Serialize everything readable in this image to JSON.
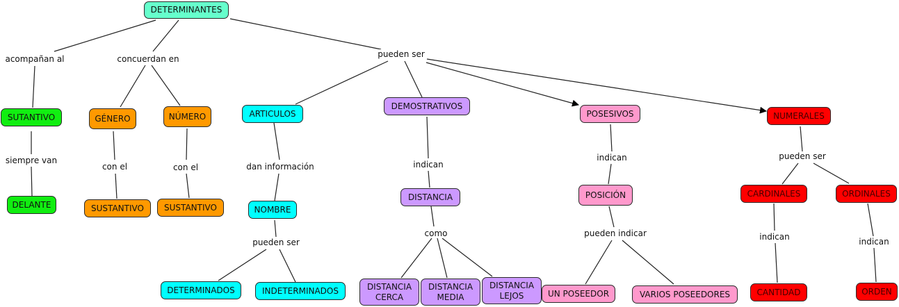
{
  "title": "DETERMINANTES",
  "colors": {
    "root": "#66ffcc",
    "sustantivo_branch": "#11ee11",
    "concordancia_branch": "#ff9900",
    "articulos_branch": "#00ffff",
    "demostrativos_branch": "#cc99ff",
    "posesivos_branch": "#ff99cc",
    "numerales_branch": "#ff0000"
  },
  "nodes": {
    "determinantes": "DETERMINANTES",
    "sutantivo": "SUTANTIVO",
    "delante": "DELANTE",
    "genero": "GÉNERO",
    "numero": "NÚMERO",
    "sustantivo1": "SUSTANTIVO",
    "sustantivo2": "SUSTANTIVO",
    "articulos": "ARTICULOS",
    "nombre": "NOMBRE",
    "determinados": "DETERMINADOS",
    "indeterminados": "INDETERMINADOS",
    "demostrativos": "DEMOSTRATIVOS",
    "distancia": "DISTANCIA",
    "distancia_cerca": "DISTANCIA\nCERCA",
    "distancia_media": "DISTANCIA\nMEDIA",
    "distancia_lejos": "DISTANCIA\nLEJOS",
    "posesivos": "POSESIVOS",
    "posicion": "POSICIÓN",
    "un_poseedor": "UN POSEEDOR",
    "varios_poseedores": "VARIOS POSEEDORES",
    "numerales": "NUMERALES",
    "cardinales": "CARDINALES",
    "ordinales": "ORDINALES",
    "cantidad": "CANTIDAD",
    "orden": "ORDEN"
  },
  "links": {
    "acompanan_al": "acompañan al",
    "concuerdan_en": "concuerdan en",
    "pueden_ser_main": "pueden ser",
    "siempre_van": "siempre van",
    "con_el_1": "con el",
    "con_el_2": "con el",
    "dan_informacion": "dan información",
    "pueden_ser_nombre": "pueden ser",
    "indican_demo": "indican",
    "como": "como",
    "indican_pos": "indican",
    "pueden_indicar": "pueden indicar",
    "pueden_ser_num": "pueden ser",
    "indican_card": "indican",
    "indican_ord": "indican"
  }
}
